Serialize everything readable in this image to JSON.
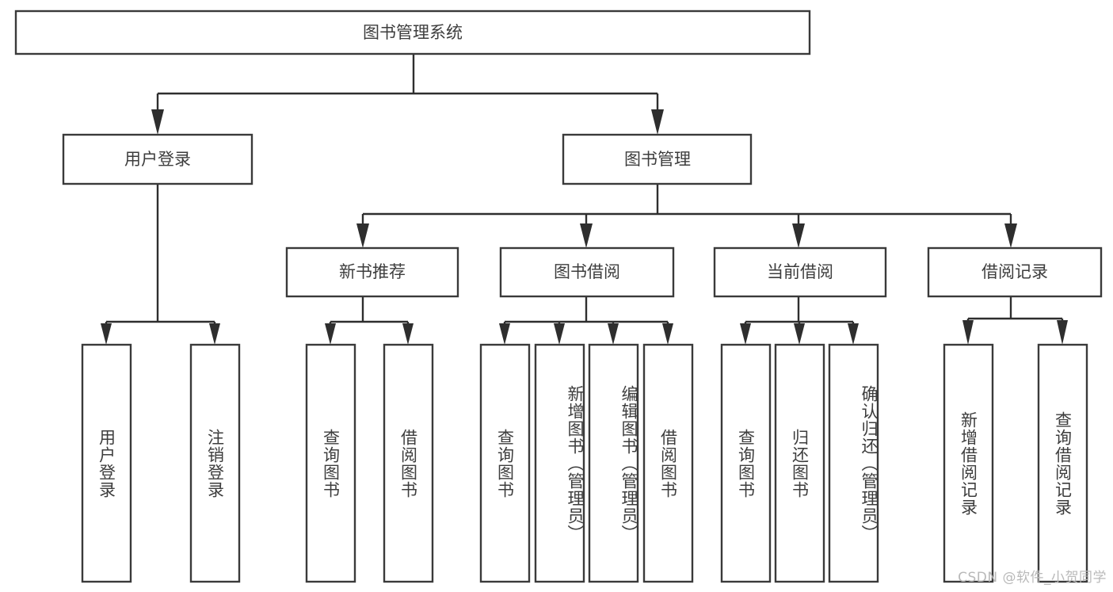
{
  "diagram": {
    "title": "图书管理系统",
    "type": "hierarchy-tree",
    "root": {
      "id": "root",
      "label": "图书管理系统",
      "orientation": "horizontal"
    },
    "tier2": [
      {
        "id": "user-login",
        "label": "用户登录",
        "orientation": "horizontal"
      },
      {
        "id": "book-management",
        "label": "图书管理",
        "orientation": "horizontal"
      }
    ],
    "tier3": [
      {
        "id": "new-book-recommend",
        "label": "新书推荐",
        "orientation": "horizontal",
        "parent": "book-management"
      },
      {
        "id": "book-borrow",
        "label": "图书借阅",
        "orientation": "horizontal",
        "parent": "book-management"
      },
      {
        "id": "current-borrow",
        "label": "当前借阅",
        "orientation": "horizontal",
        "parent": "book-management"
      },
      {
        "id": "borrow-record",
        "label": "借阅记录",
        "orientation": "horizontal",
        "parent": "book-management"
      }
    ],
    "leaves": [
      {
        "id": "leaf-user-login",
        "label": "用户登录",
        "parent": "user-login",
        "orientation": "vertical"
      },
      {
        "id": "leaf-logout-login",
        "label": "注销登录",
        "parent": "user-login",
        "orientation": "vertical"
      },
      {
        "id": "leaf-query-book-1",
        "label": "查询图书",
        "parent": "new-book-recommend",
        "orientation": "vertical"
      },
      {
        "id": "leaf-borrow-book-1",
        "label": "借阅图书",
        "parent": "new-book-recommend",
        "orientation": "vertical"
      },
      {
        "id": "leaf-query-book-2",
        "label": "查询图书",
        "parent": "book-borrow",
        "orientation": "vertical"
      },
      {
        "id": "leaf-add-book",
        "label": "新增图书（管理员）",
        "parent": "book-borrow",
        "orientation": "vertical"
      },
      {
        "id": "leaf-edit-book",
        "label": "编辑图书（管理员）",
        "parent": "book-borrow",
        "orientation": "vertical"
      },
      {
        "id": "leaf-borrow-book-2",
        "label": "借阅图书",
        "parent": "book-borrow",
        "orientation": "vertical"
      },
      {
        "id": "leaf-query-book-3",
        "label": "查询图书",
        "parent": "current-borrow",
        "orientation": "vertical"
      },
      {
        "id": "leaf-return-book",
        "label": "归还图书",
        "parent": "current-borrow",
        "orientation": "vertical"
      },
      {
        "id": "leaf-confirm-return",
        "label": "确认归还（管理员）",
        "parent": "current-borrow",
        "orientation": "vertical"
      },
      {
        "id": "leaf-add-borrow-record",
        "label": "新增借阅记录",
        "parent": "borrow-record",
        "orientation": "vertical"
      },
      {
        "id": "leaf-query-borrow-record",
        "label": "查询借阅记录",
        "parent": "borrow-record",
        "orientation": "vertical"
      }
    ],
    "colors": {
      "box_stroke": "#3a3a3a",
      "box_fill": "#ffffff",
      "connector": "#2e2e2e",
      "text": "#3d3d3d",
      "background": "#ffffff",
      "watermark": "#b9b9b9"
    }
  },
  "watermark": {
    "text": "CSDN @软件_小贺同学"
  }
}
